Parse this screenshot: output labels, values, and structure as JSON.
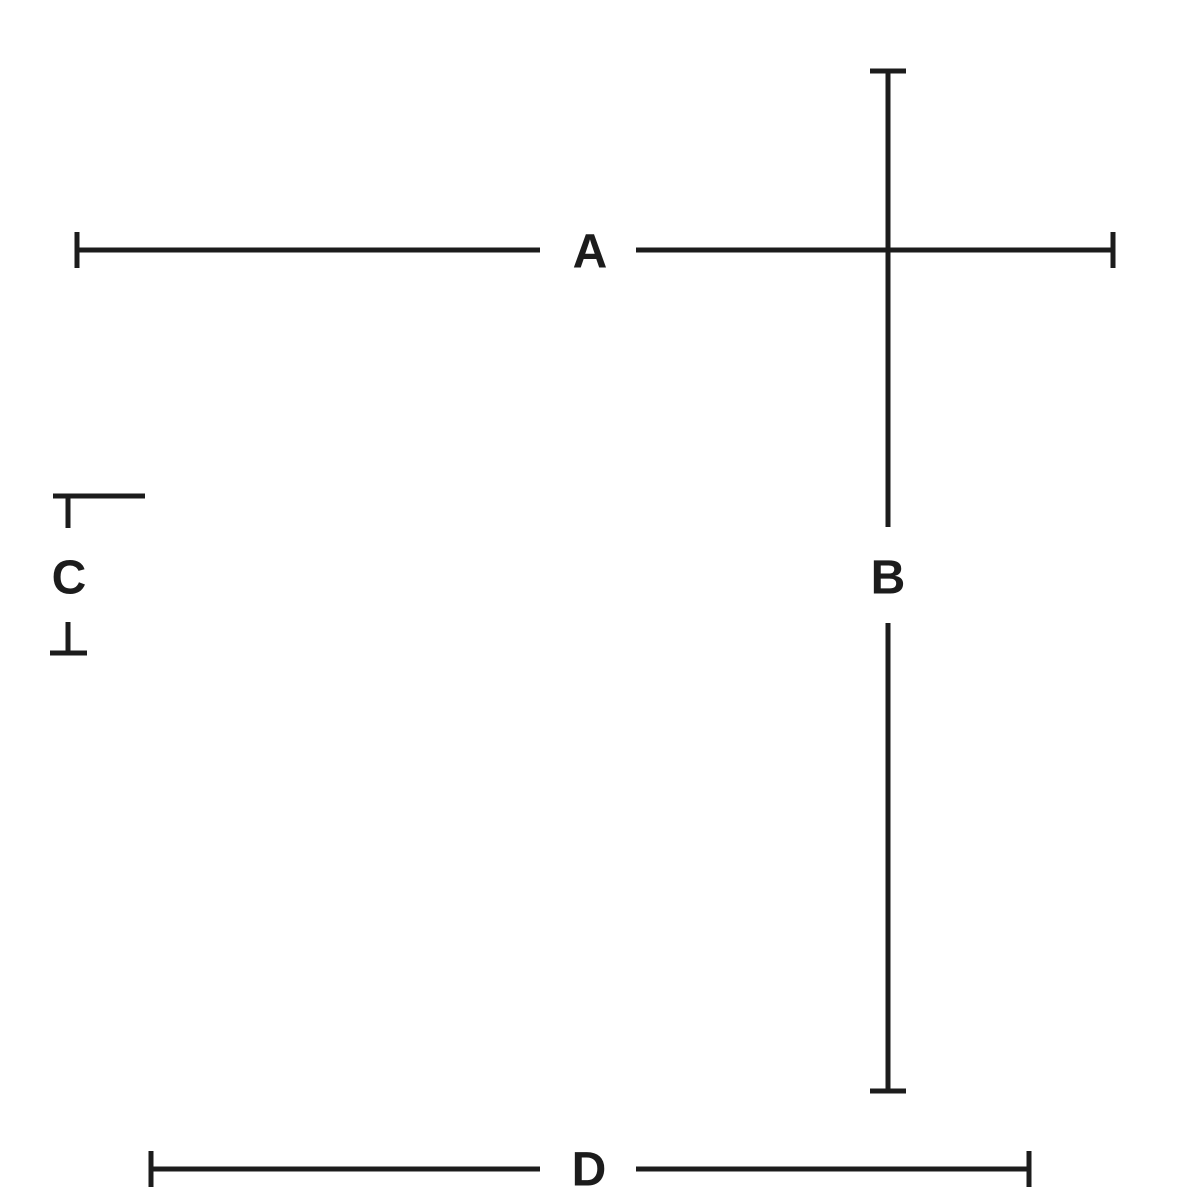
{
  "diagram": {
    "stroke_color": "#1c1c1c",
    "background_color": "#ffffff",
    "segments": {
      "a": {
        "label": "A",
        "orientation": "horizontal"
      },
      "b": {
        "label": "B",
        "orientation": "vertical"
      },
      "c": {
        "label": "C",
        "orientation": "vertical"
      },
      "d": {
        "label": "D",
        "orientation": "horizontal"
      }
    }
  }
}
